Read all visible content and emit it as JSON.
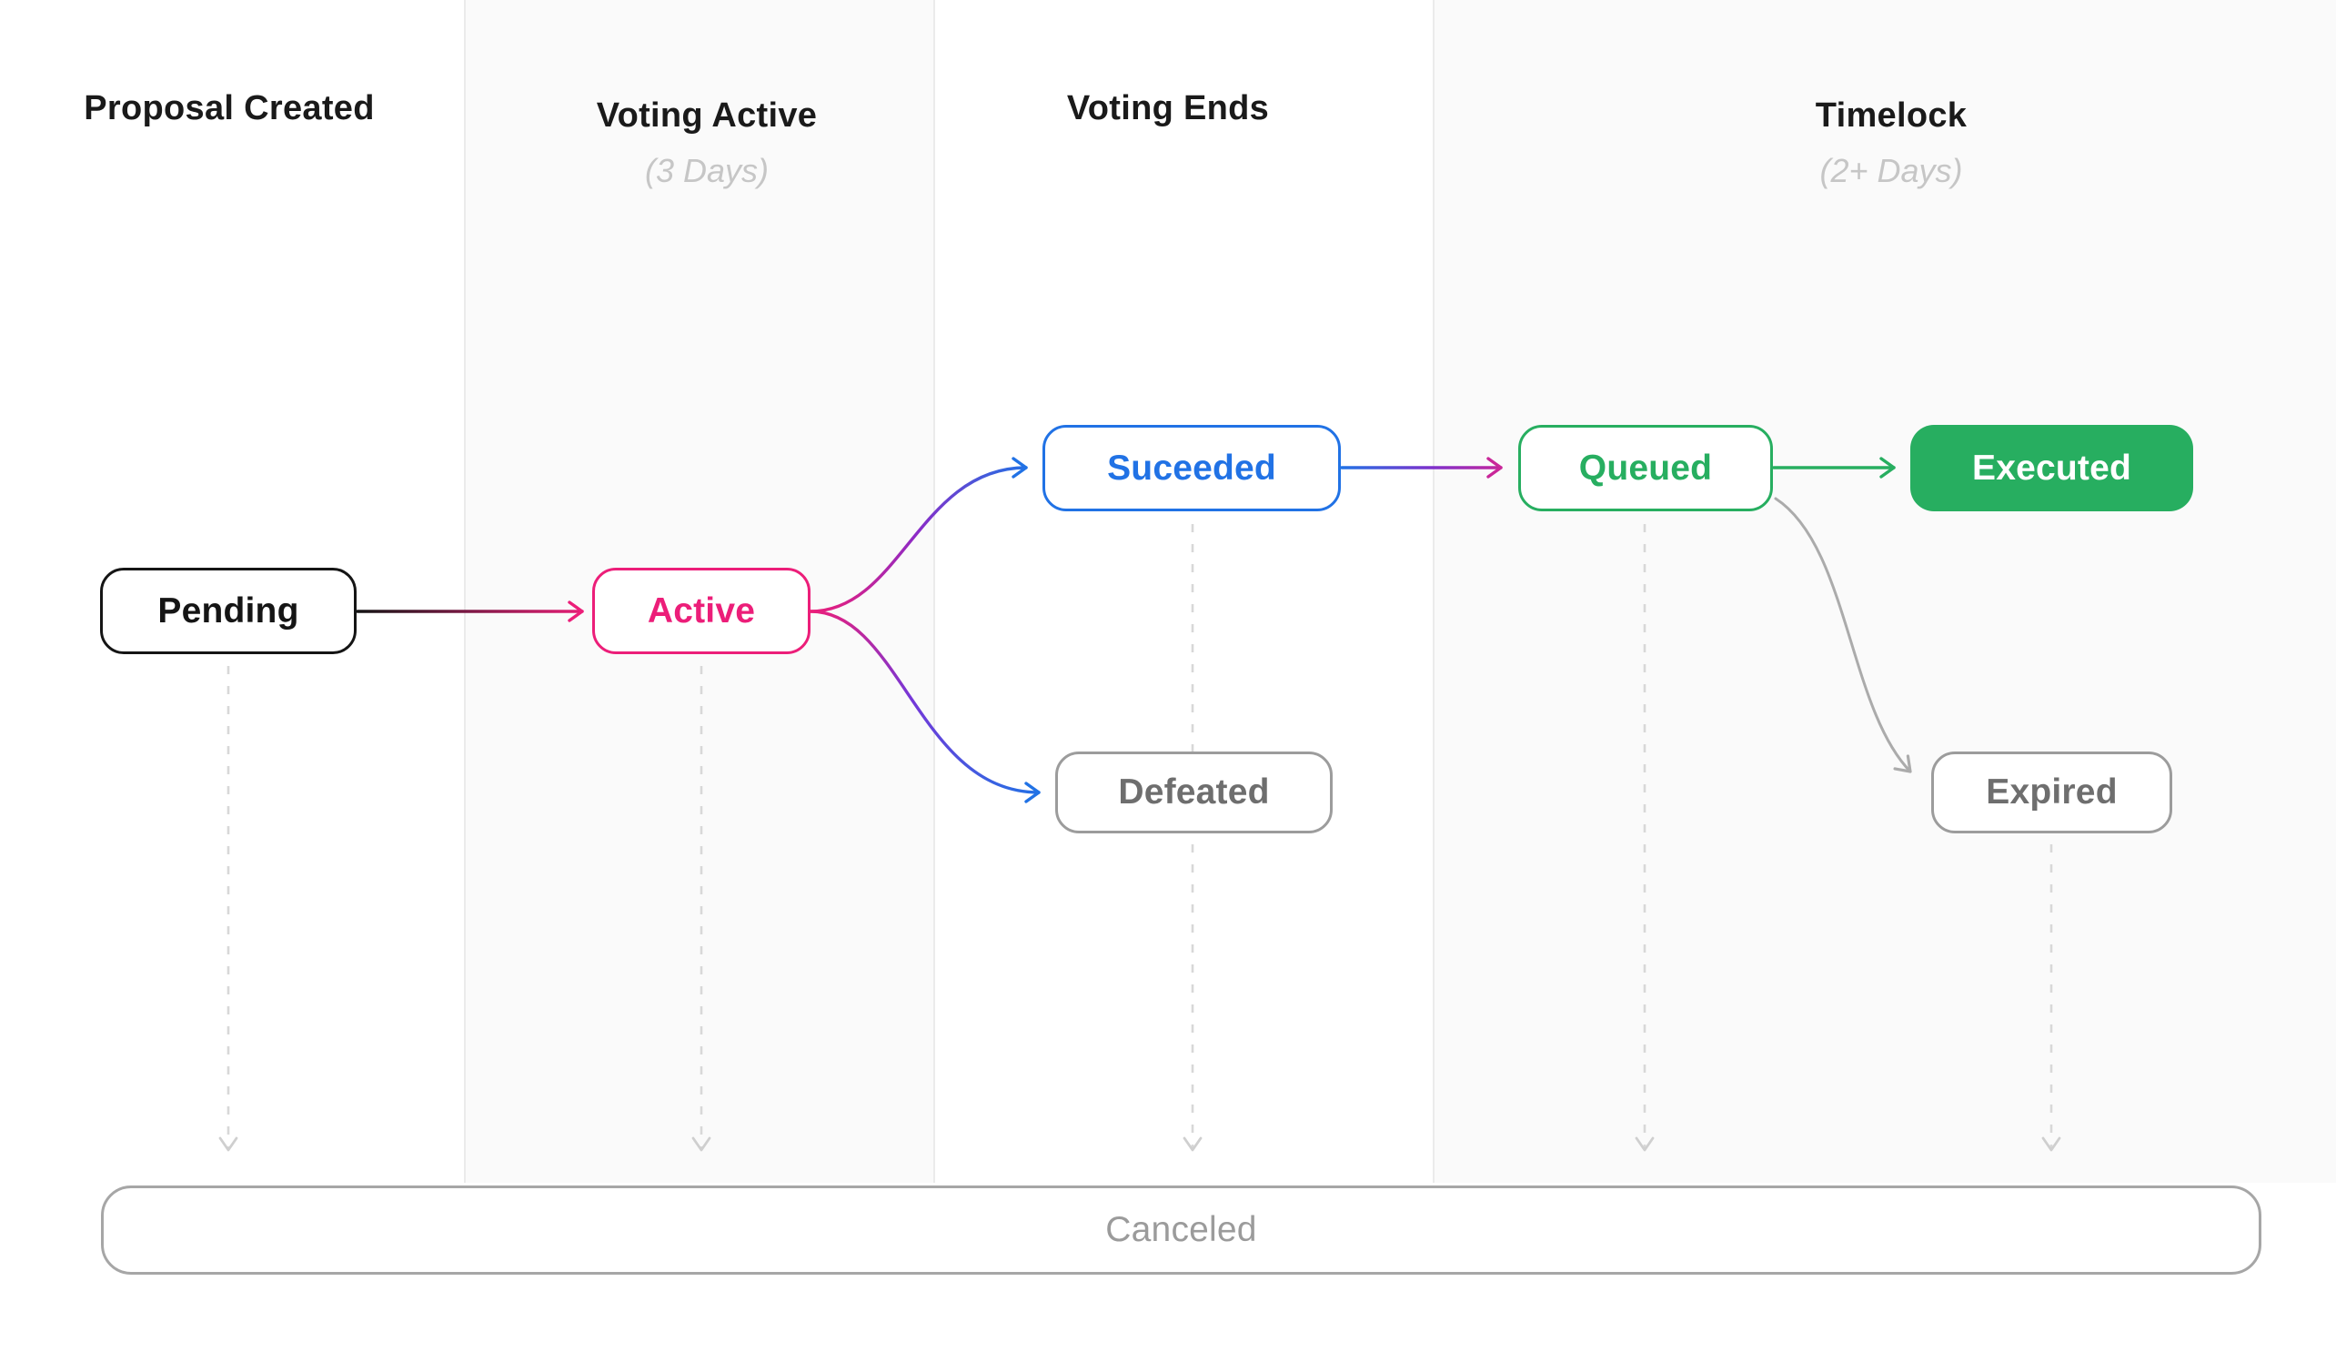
{
  "phases": [
    {
      "title": "Proposal Created",
      "subtitle": ""
    },
    {
      "title": "Voting Active",
      "subtitle": "(3 Days)"
    },
    {
      "title": "Voting Ends",
      "subtitle": ""
    },
    {
      "title": "Timelock",
      "subtitle": "(2+ Days)"
    }
  ],
  "nodes": {
    "pending": {
      "label": "Pending",
      "color": "#151515",
      "style": "outline"
    },
    "active": {
      "label": "Active",
      "color": "#EC1E79",
      "style": "outline"
    },
    "succeeded": {
      "label": "Suceeded",
      "color": "#2172E5",
      "style": "outline"
    },
    "defeated": {
      "label": "Defeated",
      "color": "#6E6E6E",
      "style": "outline"
    },
    "queued": {
      "label": "Queued",
      "color": "#27AE60",
      "style": "outline"
    },
    "executed": {
      "label": "Executed",
      "color": "#27AE60",
      "style": "filled"
    },
    "expired": {
      "label": "Expired",
      "color": "#6E6E6E",
      "style": "outline"
    },
    "canceled": {
      "label": "Canceled",
      "color": "#9B9B9B",
      "style": "outline-wide"
    }
  },
  "edges": [
    {
      "from": "Pending",
      "to": "Active",
      "style": "solid"
    },
    {
      "from": "Active",
      "to": "Suceeded",
      "style": "solid"
    },
    {
      "from": "Active",
      "to": "Defeated",
      "style": "solid"
    },
    {
      "from": "Suceeded",
      "to": "Queued",
      "style": "solid"
    },
    {
      "from": "Queued",
      "to": "Executed",
      "style": "solid"
    },
    {
      "from": "Queued",
      "to": "Expired",
      "style": "solid"
    },
    {
      "from": "Pending",
      "to": "Canceled",
      "style": "dashed"
    },
    {
      "from": "Active",
      "to": "Canceled",
      "style": "dashed"
    },
    {
      "from": "Suceeded",
      "to": "Canceled",
      "style": "dashed"
    },
    {
      "from": "Queued",
      "to": "Canceled",
      "style": "dashed"
    },
    {
      "from": "Expired",
      "to": "Canceled",
      "style": "dashed"
    }
  ],
  "colors": {
    "accent_pink": "#EC1E79",
    "accent_blue": "#2172E5",
    "accent_green": "#27AE60",
    "accent_purple": "#8C2BC7",
    "neutral_border": "#9C9C9C",
    "dashed_line": "#D8D8D8",
    "column_divider": "#EBEBEB",
    "column_band": "#FAFAFA",
    "subtitle_gray": "#C6C6C6"
  }
}
